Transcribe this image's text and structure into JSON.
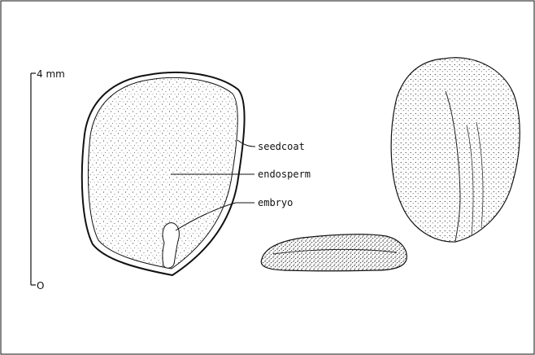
{
  "scale_bar": {
    "top_label": "4 mm",
    "bottom_label": "O"
  },
  "labels": {
    "seedcoat": "seedcoat",
    "endosperm": "endosperm",
    "embryo": "embryo"
  },
  "colors": {
    "ink": "#111111",
    "paper": "#ffffff"
  }
}
